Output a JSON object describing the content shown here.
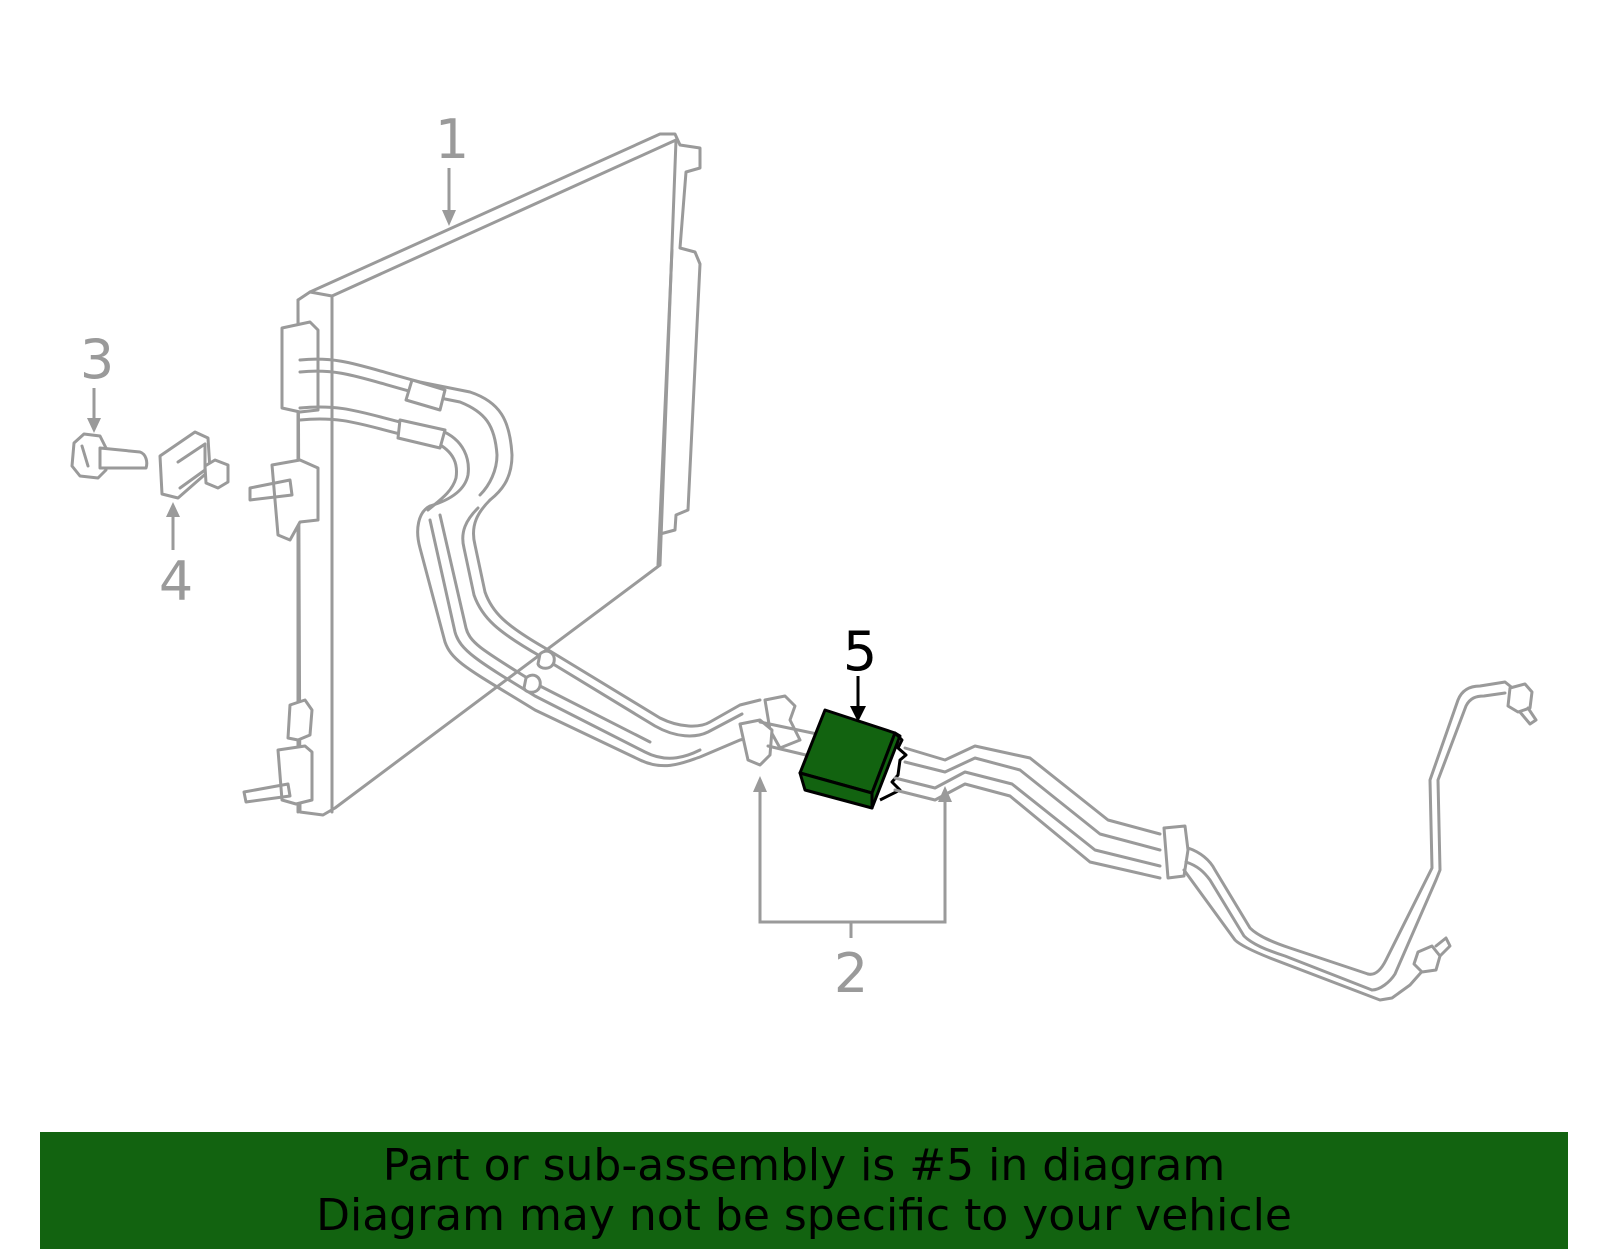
{
  "callouts": {
    "c1": "1",
    "c2": "2",
    "c3": "3",
    "c4": "4",
    "c5": "5"
  },
  "highlighted_part": "5",
  "colors": {
    "highlight": "#126310",
    "line_art": "#9a9a9a",
    "banner": "#126310"
  },
  "banner": {
    "line1": "Part or sub-assembly is #5 in diagram",
    "line2": "Diagram may not be specific to your vehicle"
  }
}
